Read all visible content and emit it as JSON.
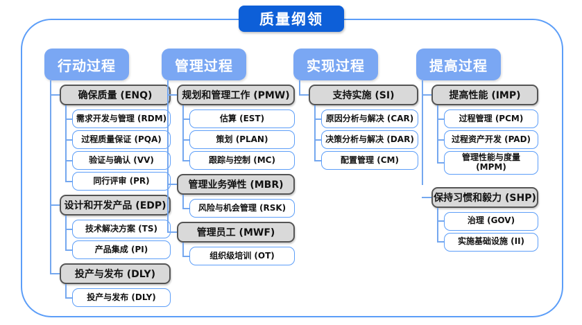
{
  "title": "质量纲领",
  "colors": {
    "title_bg": "#0d5fd8",
    "column_header_bg": "#7aa7f3",
    "group_bg": "#d9d9d9",
    "group_border": "#545454",
    "leaf_border": "#5b9df8",
    "connector_line": "#74a7ef",
    "frame_border": "#5b9df8"
  },
  "columns": [
    {
      "header": "行动过程",
      "groups": [
        {
          "label": "确保质量 (ENQ)",
          "children": [
            "需求开发与管理 (RDM)",
            "过程质量保证 (PQA)",
            "验证与确认 (VV)",
            "同行评审 (PR)"
          ]
        },
        {
          "label": "设计和开发产品 (EDP)",
          "children": [
            "技术解决方案 (TS)",
            "产品集成 (PI)"
          ]
        },
        {
          "label": "投产与发布 (DLY)",
          "children": [
            "投产与发布 (DLY)"
          ]
        }
      ]
    },
    {
      "header": "管理过程",
      "groups": [
        {
          "label": "规划和管理工作 (PMW)",
          "children": [
            "估算 (EST)",
            "策划 (PLAN)",
            "跟踪与控制 (MC)"
          ]
        },
        {
          "label": "管理业务弹性 (MBR)",
          "children": [
            "风险与机会管理 (RSK)"
          ]
        },
        {
          "label": "管理员工 (MWF)",
          "children": [
            "组织级培训 (OT)"
          ]
        }
      ]
    },
    {
      "header": "实现过程",
      "groups": [
        {
          "label": "支持实施 (SI)",
          "children": [
            "原因分析与解决 (CAR)",
            "决策分析与解决 (DAR)",
            "配置管理 (CM)"
          ]
        }
      ]
    },
    {
      "header": "提高过程",
      "groups": [
        {
          "label": "提高性能 (IMP)",
          "children": [
            "过程管理 (PCM)",
            "过程资产开发 (PAD)",
            "管理性能与度量 (MPM)"
          ]
        },
        {
          "label": "保持习惯和毅力 (SHP)",
          "children": [
            "治理 (GOV)",
            "实施基础设施 (II)"
          ]
        }
      ]
    }
  ]
}
